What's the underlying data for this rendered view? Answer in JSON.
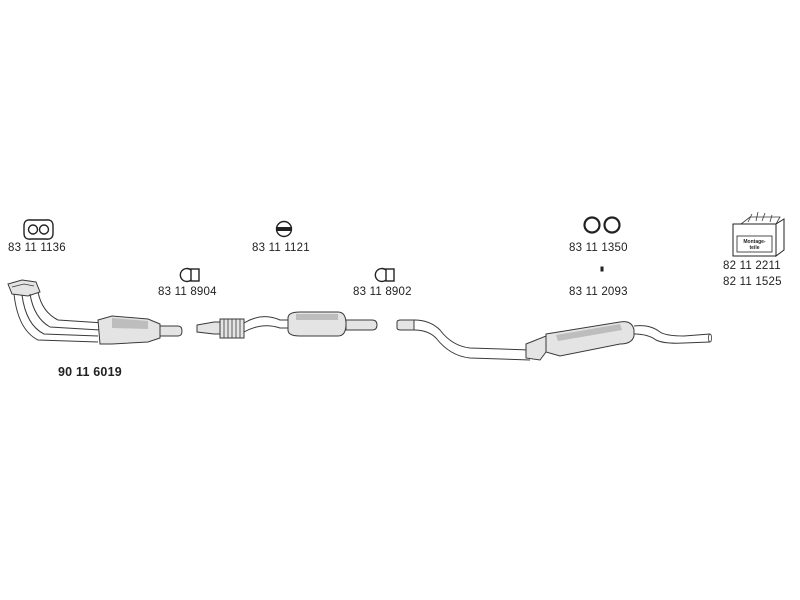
{
  "parts": {
    "gasket_exhaust": "83 11 1136",
    "clamp_front": "83 11 8904",
    "rubber_ring": "83 11 1121",
    "clamp_mid": "83 11 8902",
    "rings_rear": "83 11 1350",
    "bolt_rear": "83 11 2093",
    "mounting_kit_1": "82 11 2211",
    "mounting_kit_2": "82 11 1525",
    "front_pipe": "90 11 6019"
  },
  "mounting_kit_label": {
    "line1": "Montage-",
    "line2": "teile"
  }
}
